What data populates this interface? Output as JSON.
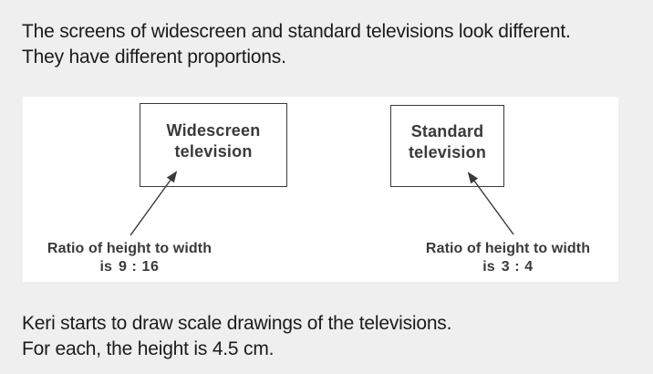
{
  "colors": {
    "page_bg": "#efefef",
    "panel_bg": "#ffffff",
    "paragraph_text": "#1b1b1b",
    "diagram_ink": "#3a3a3a"
  },
  "intro": {
    "line1": "The screens of widescreen and standard televisions look different.",
    "line2": "They have different proportions."
  },
  "diagram": {
    "widescreen": {
      "label_line1": "Widescreen",
      "label_line2": "television",
      "ratio_caption": "Ratio of height to width",
      "ratio_prefix": "is",
      "ratio_value": "9 : 16"
    },
    "standard": {
      "label_line1": "Standard",
      "label_line2": "television",
      "ratio_caption": "Ratio of height to width",
      "ratio_prefix": "is",
      "ratio_value": "3 : 4"
    }
  },
  "footer": {
    "line1": "Keri starts to draw scale drawings of the televisions.",
    "line2": "For each, the height is 4.5 cm."
  }
}
